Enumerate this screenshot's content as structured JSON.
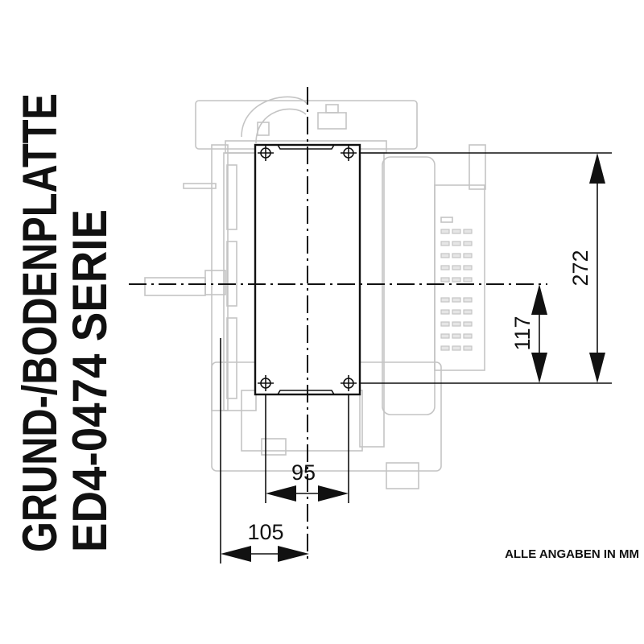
{
  "title": {
    "line1": "GRUND-/BODENPLATTE",
    "line2": "ED4-0474 SERIE"
  },
  "dimensions": {
    "height_total": "272",
    "height_center": "117",
    "width_holes": "95",
    "width_offset": "105"
  },
  "note": "ALLE ANGABEN IN MM",
  "colors": {
    "ink": "#111111",
    "ghost": "#c4c4c4"
  }
}
